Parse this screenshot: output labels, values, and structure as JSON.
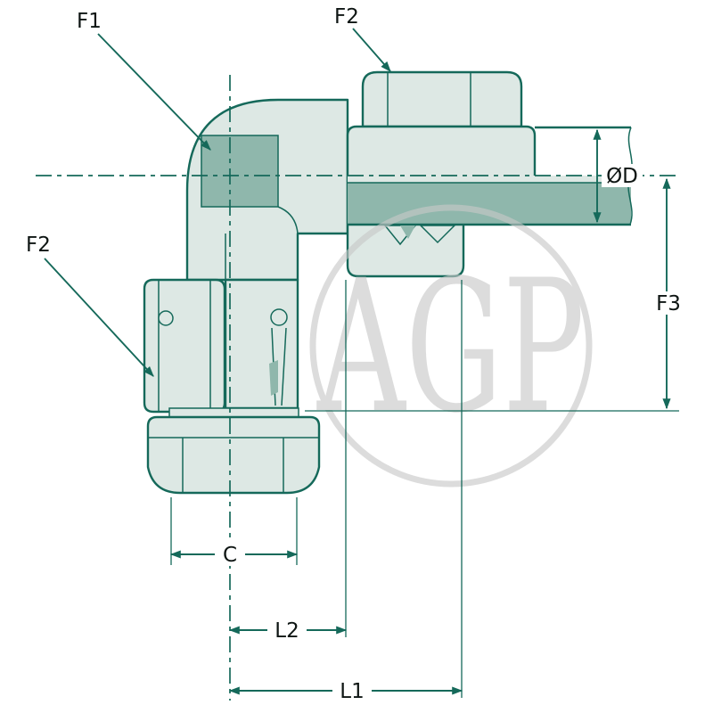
{
  "watermark": {
    "text": "AGP"
  },
  "annotations": {
    "f1": "F1",
    "f2_top": "F2",
    "f2_left": "F2",
    "od": "ØD",
    "f3": "F3",
    "c": "C",
    "l2": "L2",
    "l1": "L1"
  },
  "colors": {
    "line": "#15695a",
    "fill_light": "#dde8e4",
    "fill_mid": "#b7d1c8",
    "fill_dark": "#8fb7ac",
    "watermark": "#c8c8c8",
    "label_text": "#0e1513",
    "background": "#ffffff"
  }
}
